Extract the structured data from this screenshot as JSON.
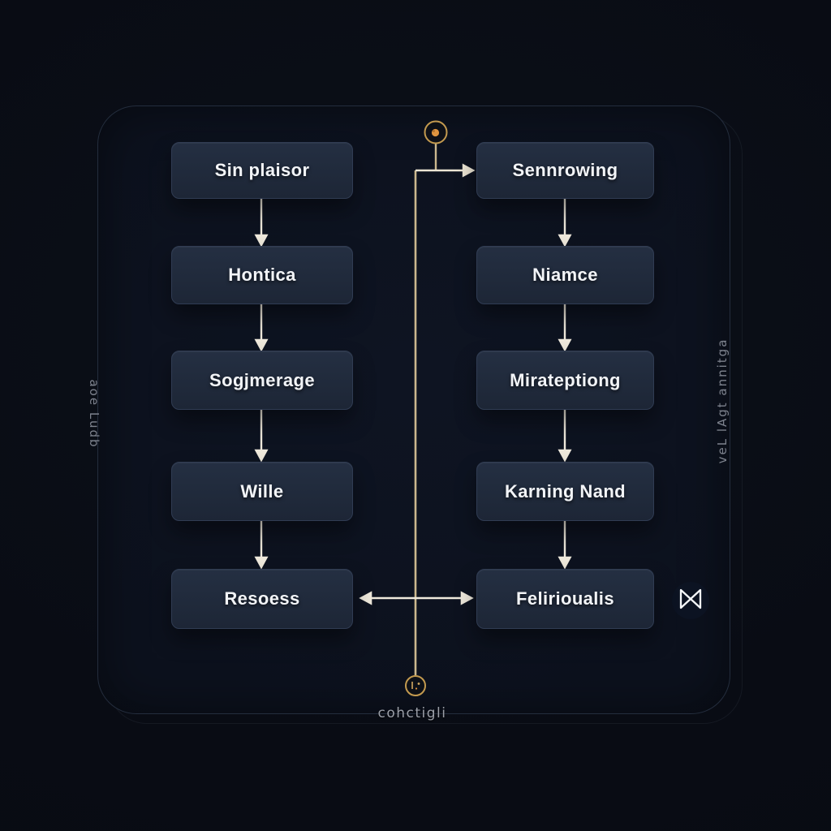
{
  "colors": {
    "background": "#0a0d15",
    "panel_background": "#0d1320",
    "panel_border": "#242d3d",
    "node_background": "#212c3e",
    "node_border": "#303c53",
    "node_text": "#f2f4f7",
    "arrow": "#efe9dc",
    "gold_line": "#cbb78e",
    "gold_ring": "#c39a4f",
    "gold_dot": "#e09440",
    "muted_text": "#8a8f9a"
  },
  "flow": {
    "left_column": {
      "items": [
        {
          "label": "Sin plaisor"
        },
        {
          "label": "Hontica"
        },
        {
          "label": "Sogjmerage"
        },
        {
          "label": "Wille"
        },
        {
          "label": "Resoess"
        }
      ]
    },
    "right_column": {
      "items": [
        {
          "label": "Sennrowing"
        },
        {
          "label": "Niamce"
        },
        {
          "label": "Mirateptiong"
        },
        {
          "label": "Karning Nand"
        },
        {
          "label": "Felirioualis"
        }
      ]
    }
  },
  "side_labels": {
    "left": "aoe Ludb",
    "right": "veL lAgt annitga"
  },
  "footer": {
    "label": "cohctigli"
  },
  "icons": {
    "top_node": "gold-circle-dot-icon",
    "bottom_node": "gold-circle-marks-icon",
    "join": "bowtie-join-icon"
  }
}
